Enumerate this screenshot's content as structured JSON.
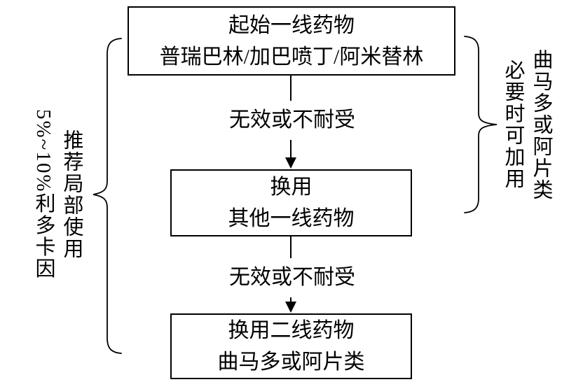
{
  "diagram": {
    "title_hint": "治疗流程图",
    "boxes": [
      {
        "line1": "起始一线药物",
        "line2": "普瑞巴林/加巴喷丁/阿米替林"
      },
      {
        "line1": "换用",
        "line2": "其他一线药物"
      },
      {
        "line1": "换用二线药物",
        "line2": "曲马多或阿片类"
      }
    ],
    "arrow_labels": [
      "无效或不耐受",
      "无效或不耐受"
    ],
    "left_note": {
      "column1": "推荐局部使用",
      "column2": "5%~10%利多卡因"
    },
    "right_note": {
      "column1": "曲马多或阿片类",
      "column2": "必要时可加用"
    },
    "colors": {
      "line": "#000000",
      "text": "#000000",
      "background": "#ffffff"
    }
  }
}
